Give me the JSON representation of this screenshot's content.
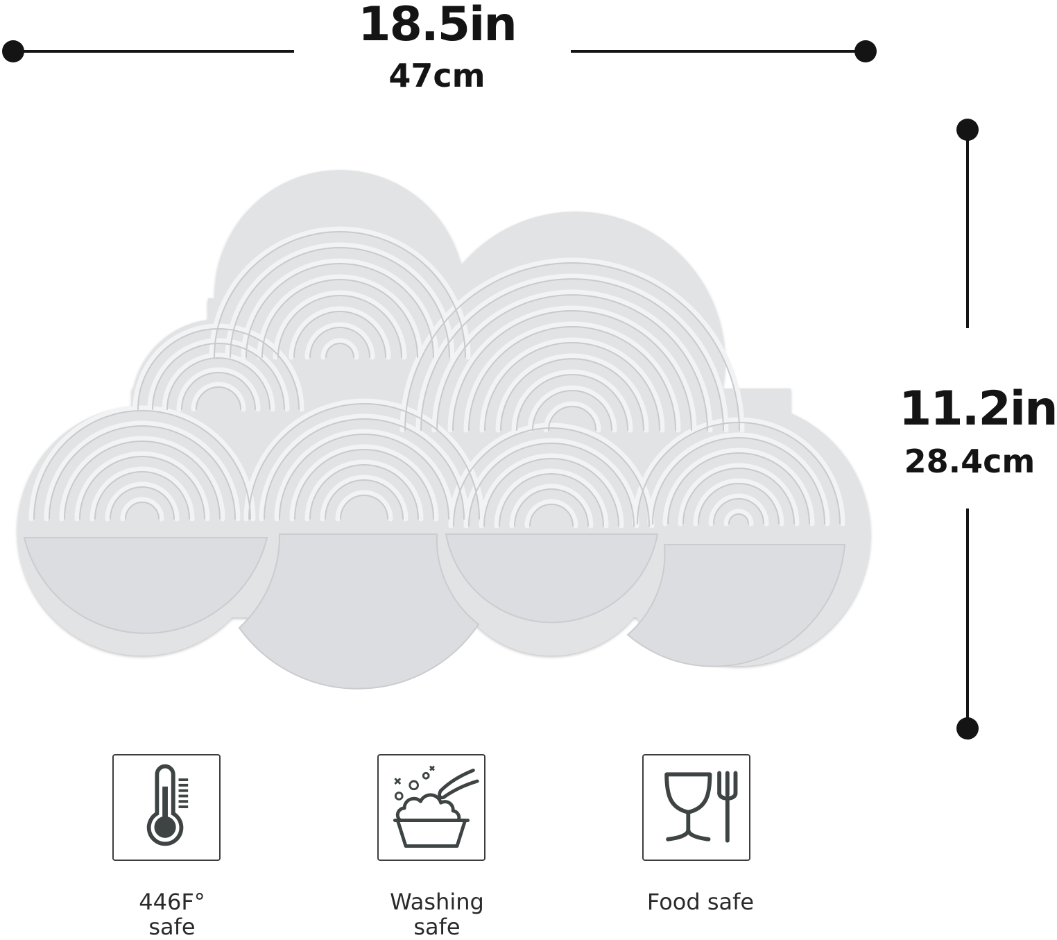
{
  "dimensions": {
    "width": {
      "inches": "18.5in",
      "cm": "47cm"
    },
    "height": {
      "inches": "11.2in",
      "cm": "28.4cm"
    }
  },
  "colors": {
    "mat": "#e2e3e5",
    "mat_shadow": "#cfd0d3",
    "ink": "#141414",
    "icon": "#3d4443"
  },
  "features": [
    {
      "icon": "thermometer-icon",
      "line1": "446F°",
      "line2": "safe"
    },
    {
      "icon": "washing-basin-icon",
      "line1": "Washing",
      "line2": "safe"
    },
    {
      "icon": "glass-fork-icon",
      "line1": "Food safe",
      "line2": ""
    }
  ]
}
